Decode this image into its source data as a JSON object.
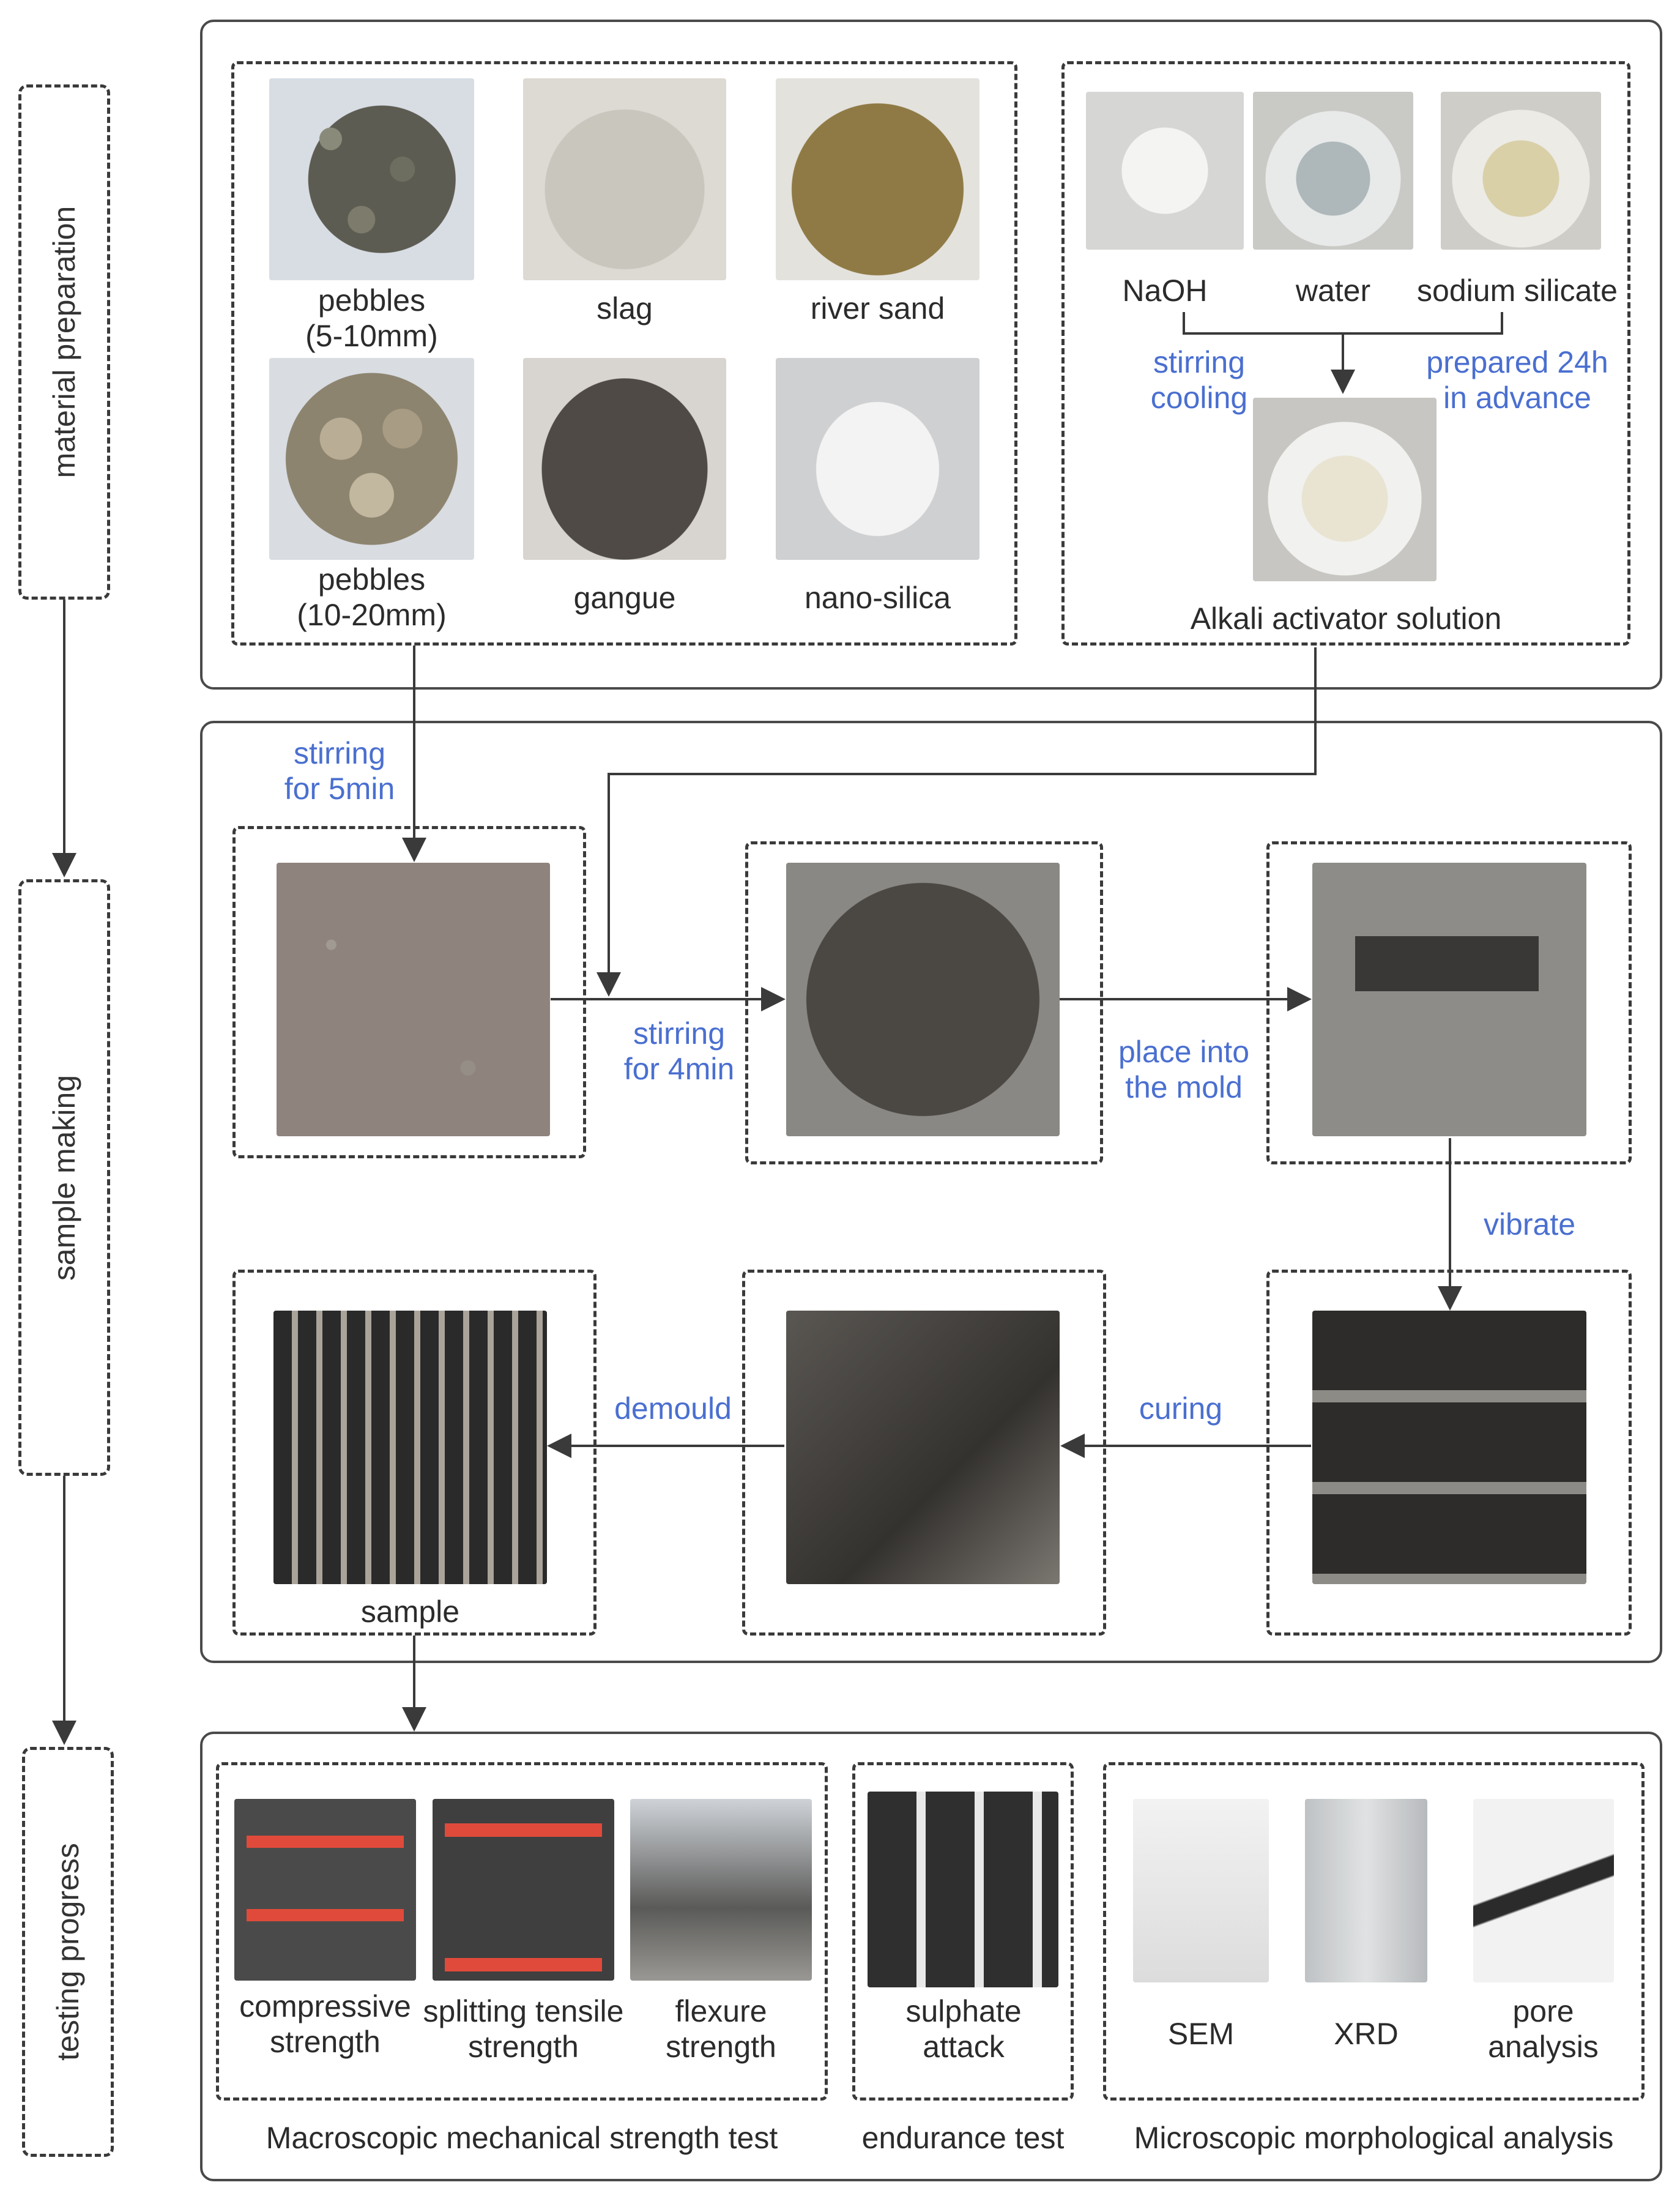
{
  "stages": {
    "material": "material preparation",
    "sample": "sample making",
    "testing": "testing progress"
  },
  "materials": {
    "pebbles_small": [
      "pebbles",
      "(5-10mm)"
    ],
    "slag": "slag",
    "river_sand": "river sand",
    "pebbles_large": [
      "pebbles",
      "(10-20mm)"
    ],
    "gangue": "gangue",
    "nano_silica": "nano-silica"
  },
  "activator": {
    "naoh": "NaOH",
    "water": "water",
    "sodium_silicate": "sodium silicate",
    "stir_note": [
      "stirring",
      "cooling"
    ],
    "prep_note": [
      "prepared 24h",
      "in advance"
    ],
    "caption": "Alkali activator solution"
  },
  "process": {
    "stir5": [
      "stirring",
      "for 5min"
    ],
    "stir4": [
      "stirring",
      "for 4min"
    ],
    "mold": [
      "place into",
      "the mold"
    ],
    "vibrate": "vibrate",
    "curing": "curing",
    "demould": "demould",
    "sample": "sample"
  },
  "tests": {
    "compressive": [
      "compressive",
      "strength"
    ],
    "splitting": [
      "splitting tensile",
      "strength"
    ],
    "flexure": [
      "flexure",
      "strength"
    ],
    "sulphate": [
      "sulphate",
      "attack"
    ],
    "sem": "SEM",
    "xrd": "XRD",
    "pore": [
      "pore",
      "analysis"
    ],
    "group_macro": "Macroscopic mechanical strength test",
    "group_endurance": "endurance test",
    "group_micro": "Microscopic morphological analysis"
  },
  "colors": {
    "annotation_blue": "#4a6fd0",
    "border": "#3a3a3a"
  }
}
